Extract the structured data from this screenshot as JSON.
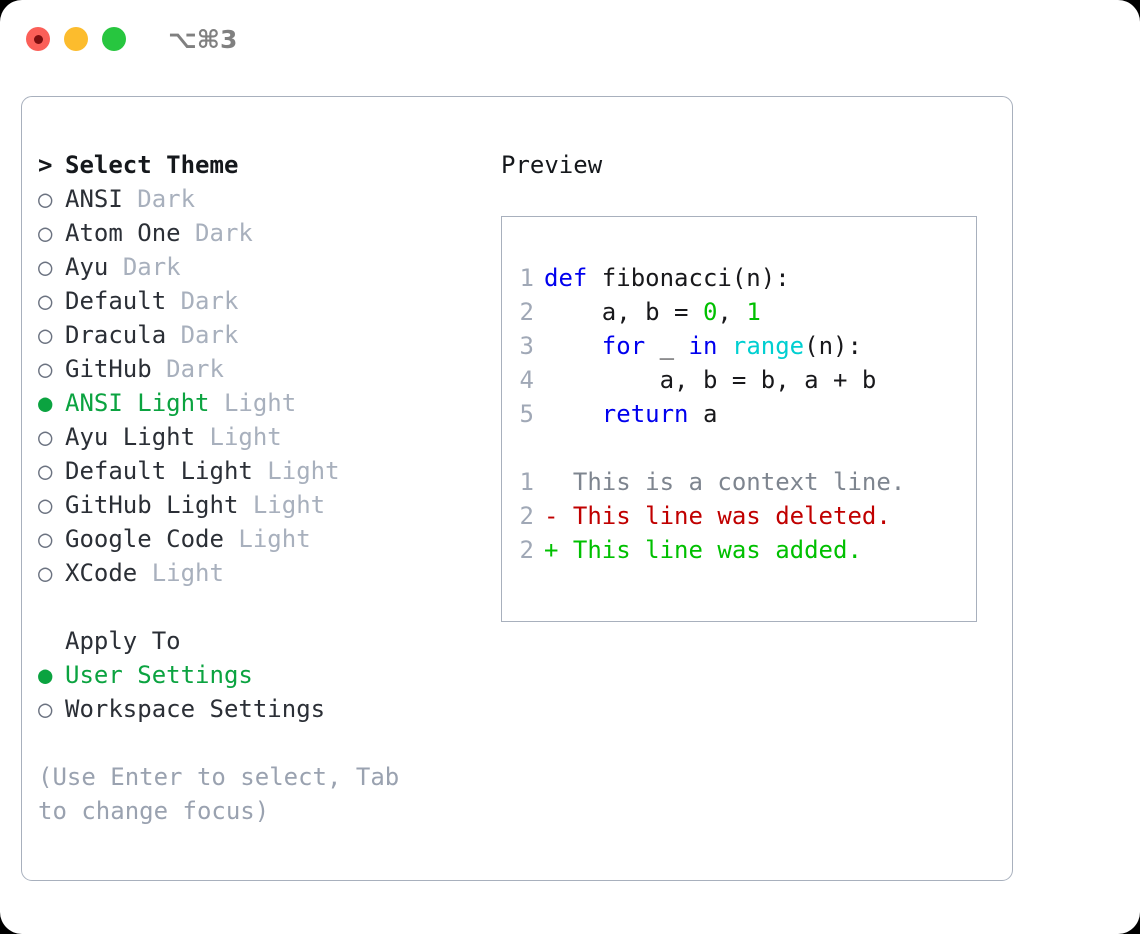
{
  "window": {
    "title": "⌥⌘3",
    "traffic_lights": [
      {
        "name": "close",
        "color": "#fb5f58"
      },
      {
        "name": "minimize",
        "color": "#fcbc2d"
      },
      {
        "name": "zoom",
        "color": "#27c63f"
      }
    ]
  },
  "theme_picker": {
    "header": {
      "marker": ">",
      "label": "Select Theme"
    },
    "items": [
      {
        "marker": "○",
        "name": "ANSI",
        "category": "Dark",
        "selected": false
      },
      {
        "marker": "○",
        "name": "Atom One",
        "category": "Dark",
        "selected": false
      },
      {
        "marker": "○",
        "name": "Ayu",
        "category": "Dark",
        "selected": false
      },
      {
        "marker": "○",
        "name": "Default",
        "category": "Dark",
        "selected": false
      },
      {
        "marker": "○",
        "name": "Dracula",
        "category": "Dark",
        "selected": false
      },
      {
        "marker": "○",
        "name": "GitHub",
        "category": "Dark",
        "selected": false
      },
      {
        "marker": "●",
        "name": "ANSI Light",
        "category": "Light",
        "selected": true
      },
      {
        "marker": "○",
        "name": "Ayu Light",
        "category": "Light",
        "selected": false
      },
      {
        "marker": "○",
        "name": "Default Light",
        "category": "Light",
        "selected": false
      },
      {
        "marker": "○",
        "name": "GitHub Light",
        "category": "Light",
        "selected": false
      },
      {
        "marker": "○",
        "name": "Google Code",
        "category": "Light",
        "selected": false
      },
      {
        "marker": "○",
        "name": "XCode",
        "category": "Light",
        "selected": false
      }
    ]
  },
  "apply_to": {
    "label": "Apply To",
    "options": [
      {
        "marker": "●",
        "label": "User Settings",
        "selected": true
      },
      {
        "marker": "○",
        "label": "Workspace Settings",
        "selected": false
      }
    ]
  },
  "hint": "(Use Enter to select, Tab to change focus)",
  "preview": {
    "title": "Preview",
    "code": [
      {
        "lno": "1",
        "tokens": [
          {
            "t": "def",
            "c": "kw"
          },
          {
            "t": " fibonacci(n):",
            "c": "plain"
          }
        ]
      },
      {
        "lno": "2",
        "tokens": [
          {
            "t": "    a, b = ",
            "c": "plain"
          },
          {
            "t": "0",
            "c": "num"
          },
          {
            "t": ", ",
            "c": "plain"
          },
          {
            "t": "1",
            "c": "num"
          }
        ]
      },
      {
        "lno": "3",
        "tokens": [
          {
            "t": "    ",
            "c": "plain"
          },
          {
            "t": "for",
            "c": "kw"
          },
          {
            "t": " _ ",
            "c": "plain"
          },
          {
            "t": "in",
            "c": "kw"
          },
          {
            "t": " ",
            "c": "plain"
          },
          {
            "t": "range",
            "c": "builtin"
          },
          {
            "t": "(n):",
            "c": "plain"
          }
        ]
      },
      {
        "lno": "4",
        "tokens": [
          {
            "t": "        a, b = b, a + b",
            "c": "plain"
          }
        ]
      },
      {
        "lno": "5",
        "tokens": [
          {
            "t": "    ",
            "c": "plain"
          },
          {
            "t": "return",
            "c": "kw"
          },
          {
            "t": " a",
            "c": "plain"
          }
        ]
      }
    ],
    "diff": [
      {
        "lno": "1",
        "sign": " ",
        "text": " This is a context line.",
        "kind": "ctx"
      },
      {
        "lno": "2",
        "sign": "-",
        "text": " This line was deleted.",
        "kind": "del"
      },
      {
        "lno": "2",
        "sign": "+",
        "text": " This line was added.",
        "kind": "add"
      }
    ]
  },
  "colors": {
    "accent_green": "#0ba340",
    "muted": "#a8b0bd",
    "keyword_blue": "#0000ee",
    "builtin_cyan": "#00cfd1",
    "number_green": "#00c000",
    "diff_add": "#00c000",
    "diff_del": "#c00000",
    "border": "#a8b0bd"
  }
}
